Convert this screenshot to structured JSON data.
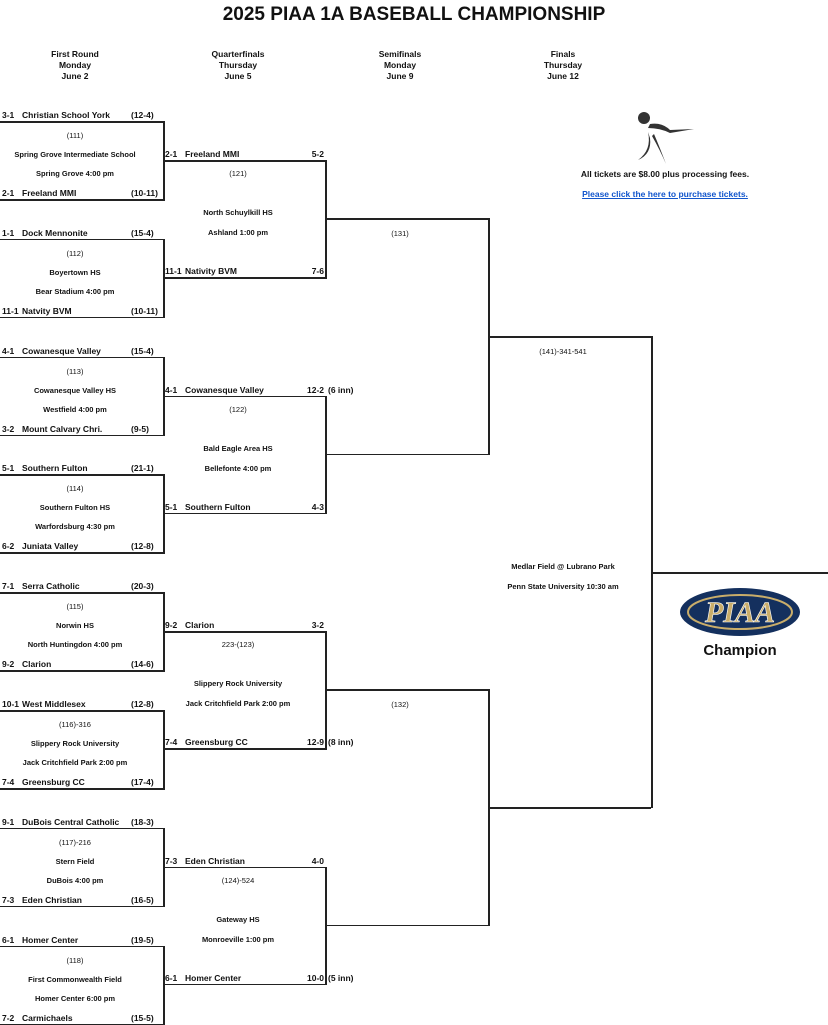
{
  "title": "2025 PIAA 1A BASEBALL CHAMPIONSHIP",
  "rounds": [
    {
      "name": "First Round",
      "day": "Monday",
      "date": "June 2"
    },
    {
      "name": "Quarterfinals",
      "day": "Thursday",
      "date": "June 5"
    },
    {
      "name": "Semifinals",
      "day": "Monday",
      "date": "June 9"
    },
    {
      "name": "Finals",
      "day": "Thursday",
      "date": "June 12"
    }
  ],
  "first_round": [
    {
      "game": "(111)",
      "venue": "Spring Grove Intermediate School",
      "time": "Spring Grove 4:00 pm",
      "top": {
        "seed": "3-1",
        "name": "Christian School York",
        "record": "(12-4)"
      },
      "bottom": {
        "seed": "2-1",
        "name": "Freeland MMI",
        "record": "(10-11)"
      }
    },
    {
      "game": "(112)",
      "venue": "Boyertown HS",
      "time": "Bear Stadium 4:00 pm",
      "top": {
        "seed": "1-1",
        "name": "Dock Mennonite",
        "record": "(15-4)"
      },
      "bottom": {
        "seed": "11-1",
        "name": "Natvity BVM",
        "record": "(10-11)"
      }
    },
    {
      "game": "(113)",
      "venue": "Cowanesque Valley HS",
      "time": "Westfield 4:00 pm",
      "top": {
        "seed": "4-1",
        "name": "Cowanesque Valley",
        "record": "(15-4)"
      },
      "bottom": {
        "seed": "3-2",
        "name": "Mount Calvary Chri.",
        "record": "(9-5)"
      }
    },
    {
      "game": "(114)",
      "venue": "Southern Fulton HS",
      "time": "Warfordsburg 4:30 pm",
      "top": {
        "seed": "5-1",
        "name": "Southern Fulton",
        "record": "(21-1)"
      },
      "bottom": {
        "seed": "6-2",
        "name": "Juniata Valley",
        "record": "(12-8)"
      }
    },
    {
      "game": "(115)",
      "venue": "Norwin HS",
      "time": "North Huntingdon 4:00 pm",
      "top": {
        "seed": "7-1",
        "name": "Serra Catholic",
        "record": "(20-3)"
      },
      "bottom": {
        "seed": "9-2",
        "name": "Clarion",
        "record": "(14-6)"
      }
    },
    {
      "game": "(116)-316",
      "venue": "Slippery Rock University",
      "time": "Jack Critchfield Park 2:00 pm",
      "top": {
        "seed": "10-1",
        "name": "West Middlesex",
        "record": "(12-8)"
      },
      "bottom": {
        "seed": "7-4",
        "name": "Greensburg CC",
        "record": "(17-4)"
      }
    },
    {
      "game": "(117)-216",
      "venue": "Stern Field",
      "time": "DuBois  4:00 pm",
      "top": {
        "seed": "9-1",
        "name": "DuBois Central Catholic",
        "record": "(18-3)"
      },
      "bottom": {
        "seed": "7-3",
        "name": "Eden Christian",
        "record": "(16-5)"
      }
    },
    {
      "game": "(118)",
      "venue": "First Commonwealth Field",
      "time": "Homer Center 6:00 pm",
      "top": {
        "seed": "6-1",
        "name": "Homer Center",
        "record": "(19-5)"
      },
      "bottom": {
        "seed": "7-2",
        "name": "Carmichaels",
        "record": "(15-5)"
      }
    }
  ],
  "quarterfinals": [
    {
      "game": "(121)",
      "venue": "North Schuylkill HS",
      "time": "Ashland 1:00 pm",
      "top": {
        "seed": "2-1",
        "name": "Freeland MMI",
        "score": "5-2",
        "note": ""
      },
      "bottom": {
        "seed": "11-1",
        "name": "Nativity BVM",
        "score": "7-6",
        "note": ""
      }
    },
    {
      "game": "(122)",
      "venue": "Bald Eagle Area HS",
      "time": "Bellefonte 4:00 pm",
      "top": {
        "seed": "4-1",
        "name": "Cowanesque Valley",
        "score": "12-2",
        "note": "(6 inn)"
      },
      "bottom": {
        "seed": "5-1",
        "name": "Southern Fulton",
        "score": "4-3",
        "note": ""
      }
    },
    {
      "game": "223-(123)",
      "venue": "Slippery Rock University",
      "time": "Jack Critchfield Park 2:00 pm",
      "top": {
        "seed": "9-2",
        "name": "Clarion",
        "score": "3-2",
        "note": ""
      },
      "bottom": {
        "seed": "7-4",
        "name": "Greensburg CC",
        "score": "12-9",
        "note": "(8 inn)"
      }
    },
    {
      "game": "(124)-524",
      "venue": "Gateway HS",
      "time": "Monroeville 1:00 pm",
      "top": {
        "seed": "7-3",
        "name": "Eden Christian",
        "score": "4-0",
        "note": ""
      },
      "bottom": {
        "seed": "6-1",
        "name": "Homer Center",
        "score": "10-0",
        "note": "(5 inn)"
      }
    }
  ],
  "semifinals": [
    {
      "game": "(131)"
    },
    {
      "game": "(132)"
    }
  ],
  "final": {
    "game": "(141)-341-541",
    "venue": "Medlar Field @ Lubrano Park",
    "time": "Penn State University 10:30 am"
  },
  "tickets": {
    "text": "All tickets are $8.00 plus processing fees.",
    "link": "Please click the here to purchase tickets."
  },
  "logo": {
    "text": "PIAA",
    "colors": {
      "navy": "#14305e",
      "gold": "#c9ad6a"
    }
  },
  "champion_label": "Champion"
}
